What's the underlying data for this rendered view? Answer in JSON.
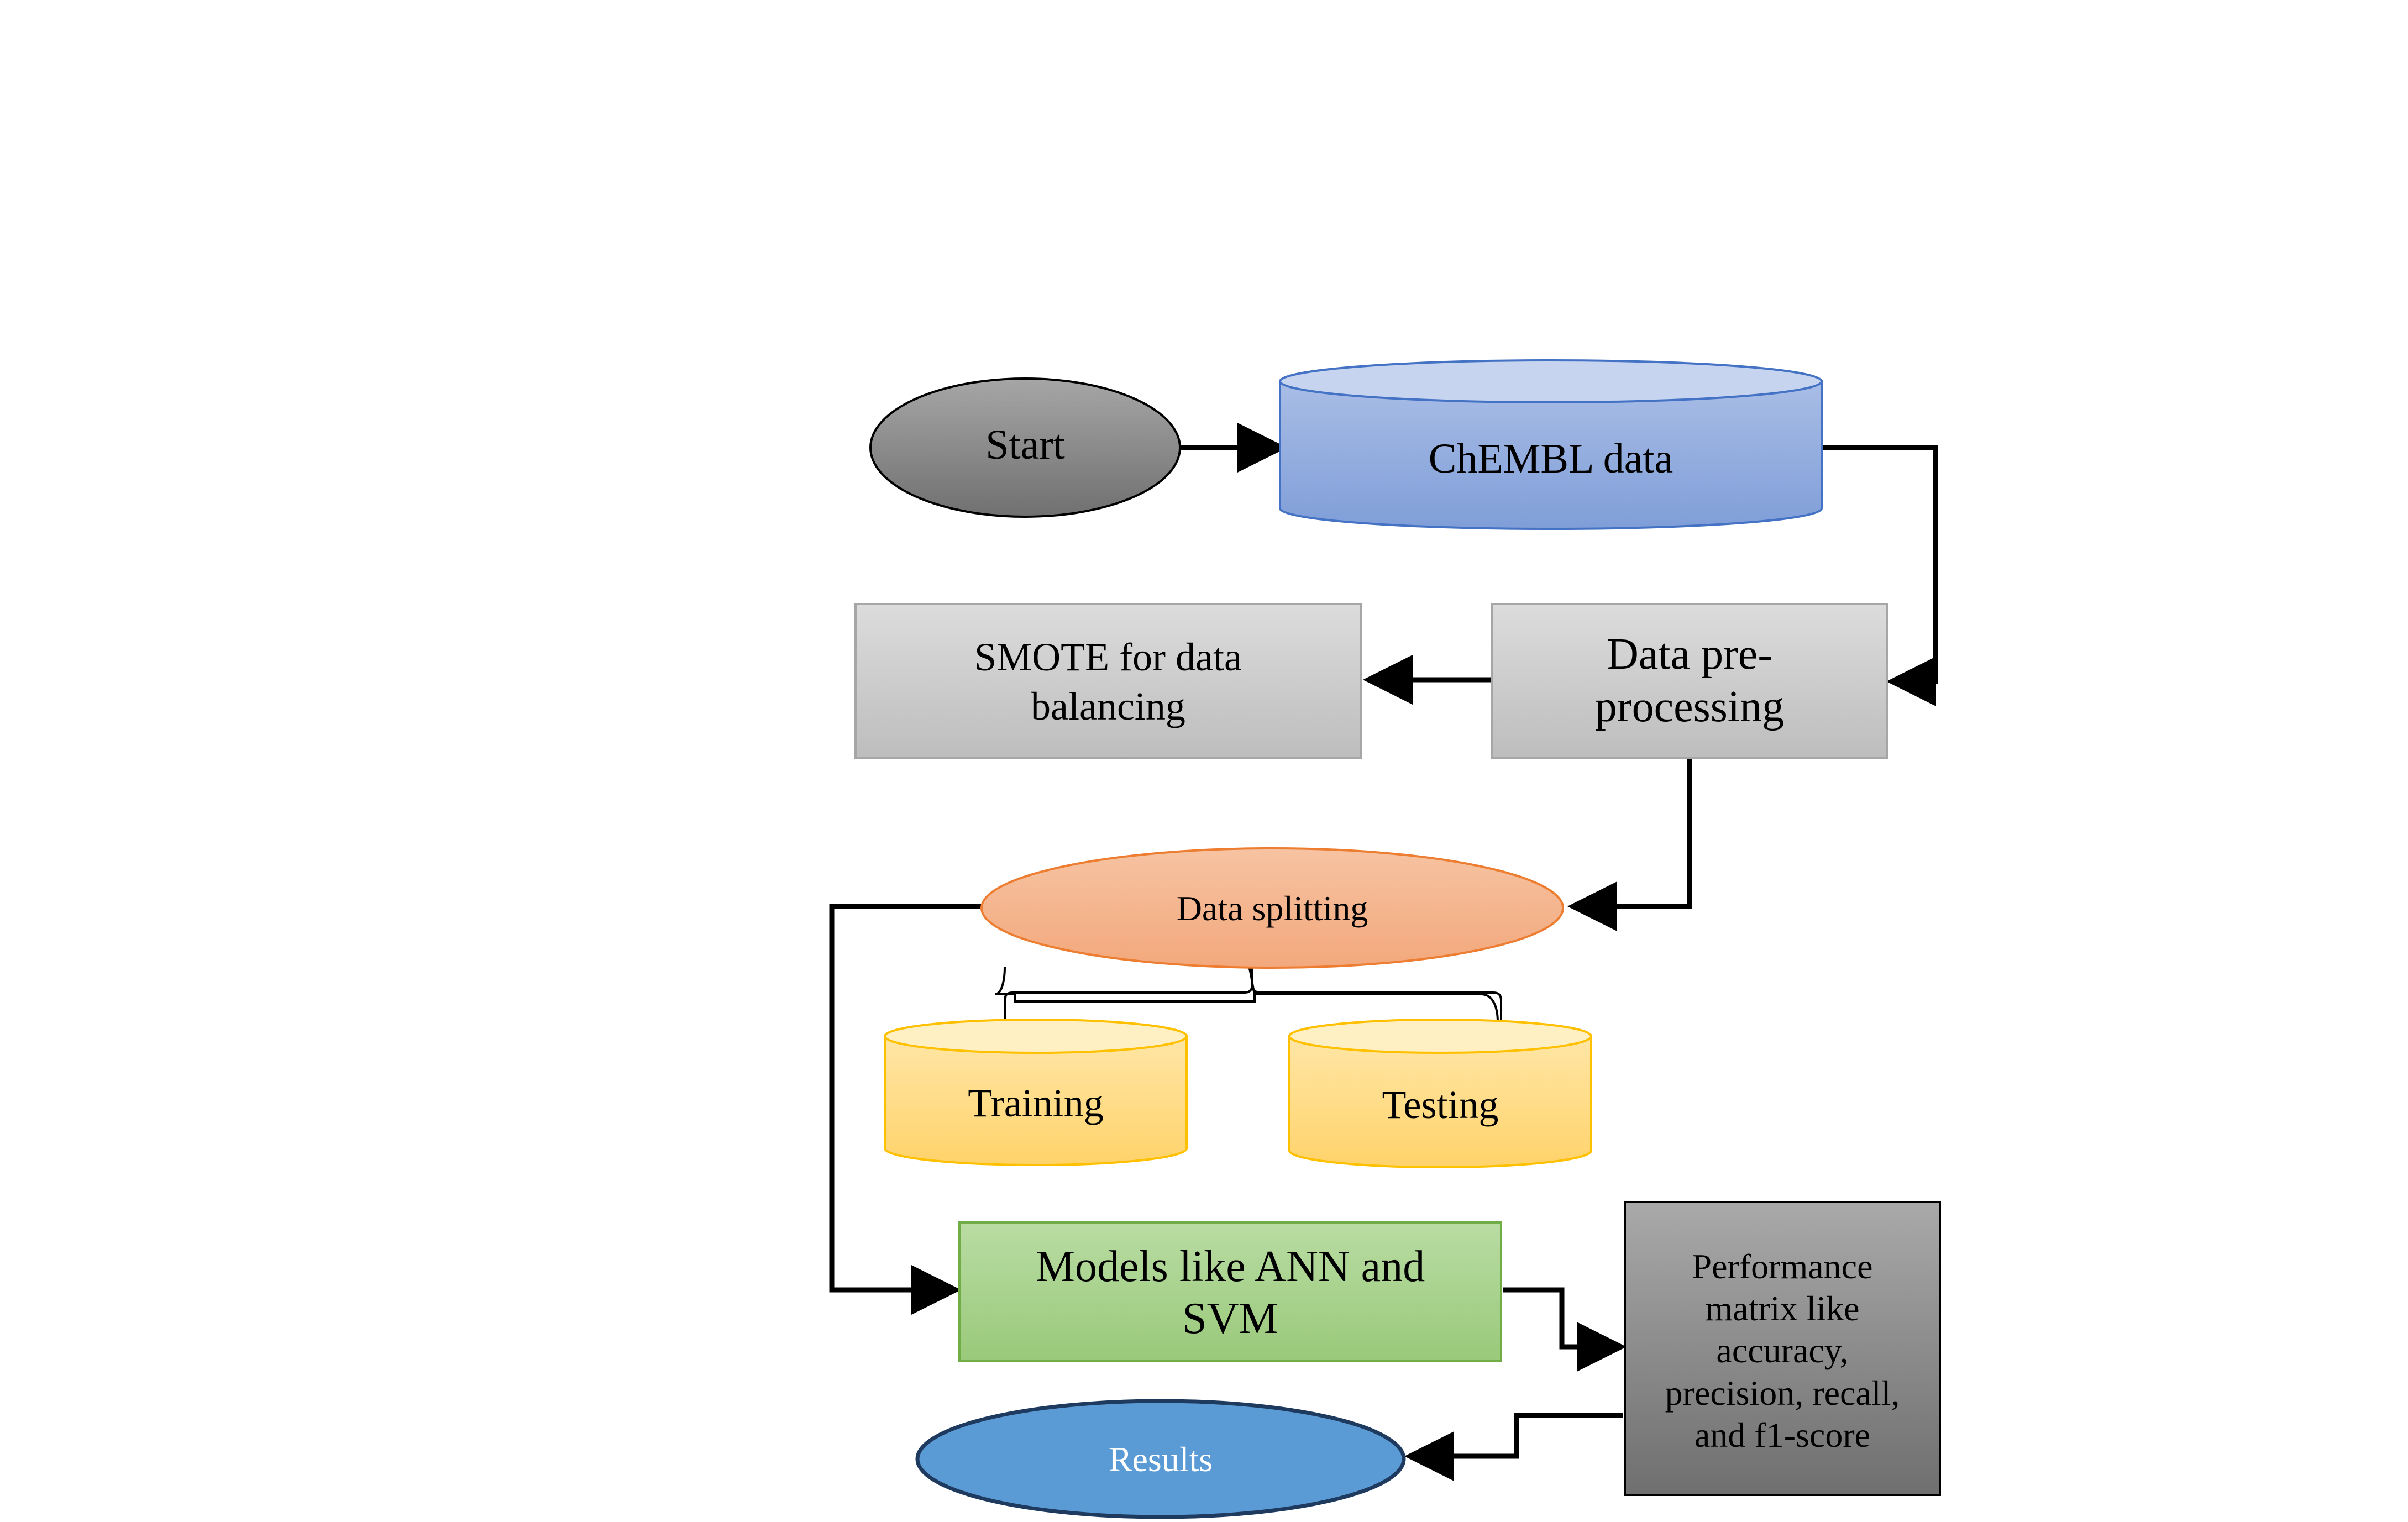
{
  "nodes": {
    "start": {
      "label": "Start"
    },
    "chembl": {
      "label": "ChEMBL data"
    },
    "preprocessing": {
      "line1": "Data pre-",
      "line2": "processing"
    },
    "smote": {
      "line1": "SMOTE for data",
      "line2": "balancing"
    },
    "splitting": {
      "label": "Data splitting"
    },
    "training": {
      "label": "Training"
    },
    "testing": {
      "label": "Testing"
    },
    "models": {
      "line1": "Models like ANN and",
      "line2": "SVM"
    },
    "performance": {
      "line1": "Performance",
      "line2": "matrix like",
      "line3": "accuracy,",
      "line4": "precision, recall,",
      "line5": "and f1-score"
    },
    "results": {
      "label": "Results"
    }
  },
  "colors": {
    "start": "#808080",
    "chembl": "#8ea9db",
    "box_gray": "#cfcfcf",
    "splitting": "#f4b183",
    "yellow": "#ffd966",
    "models": "#a9d18e",
    "performance": "#8c8c8c",
    "results": "#5b9bd5",
    "line": "#000000"
  }
}
